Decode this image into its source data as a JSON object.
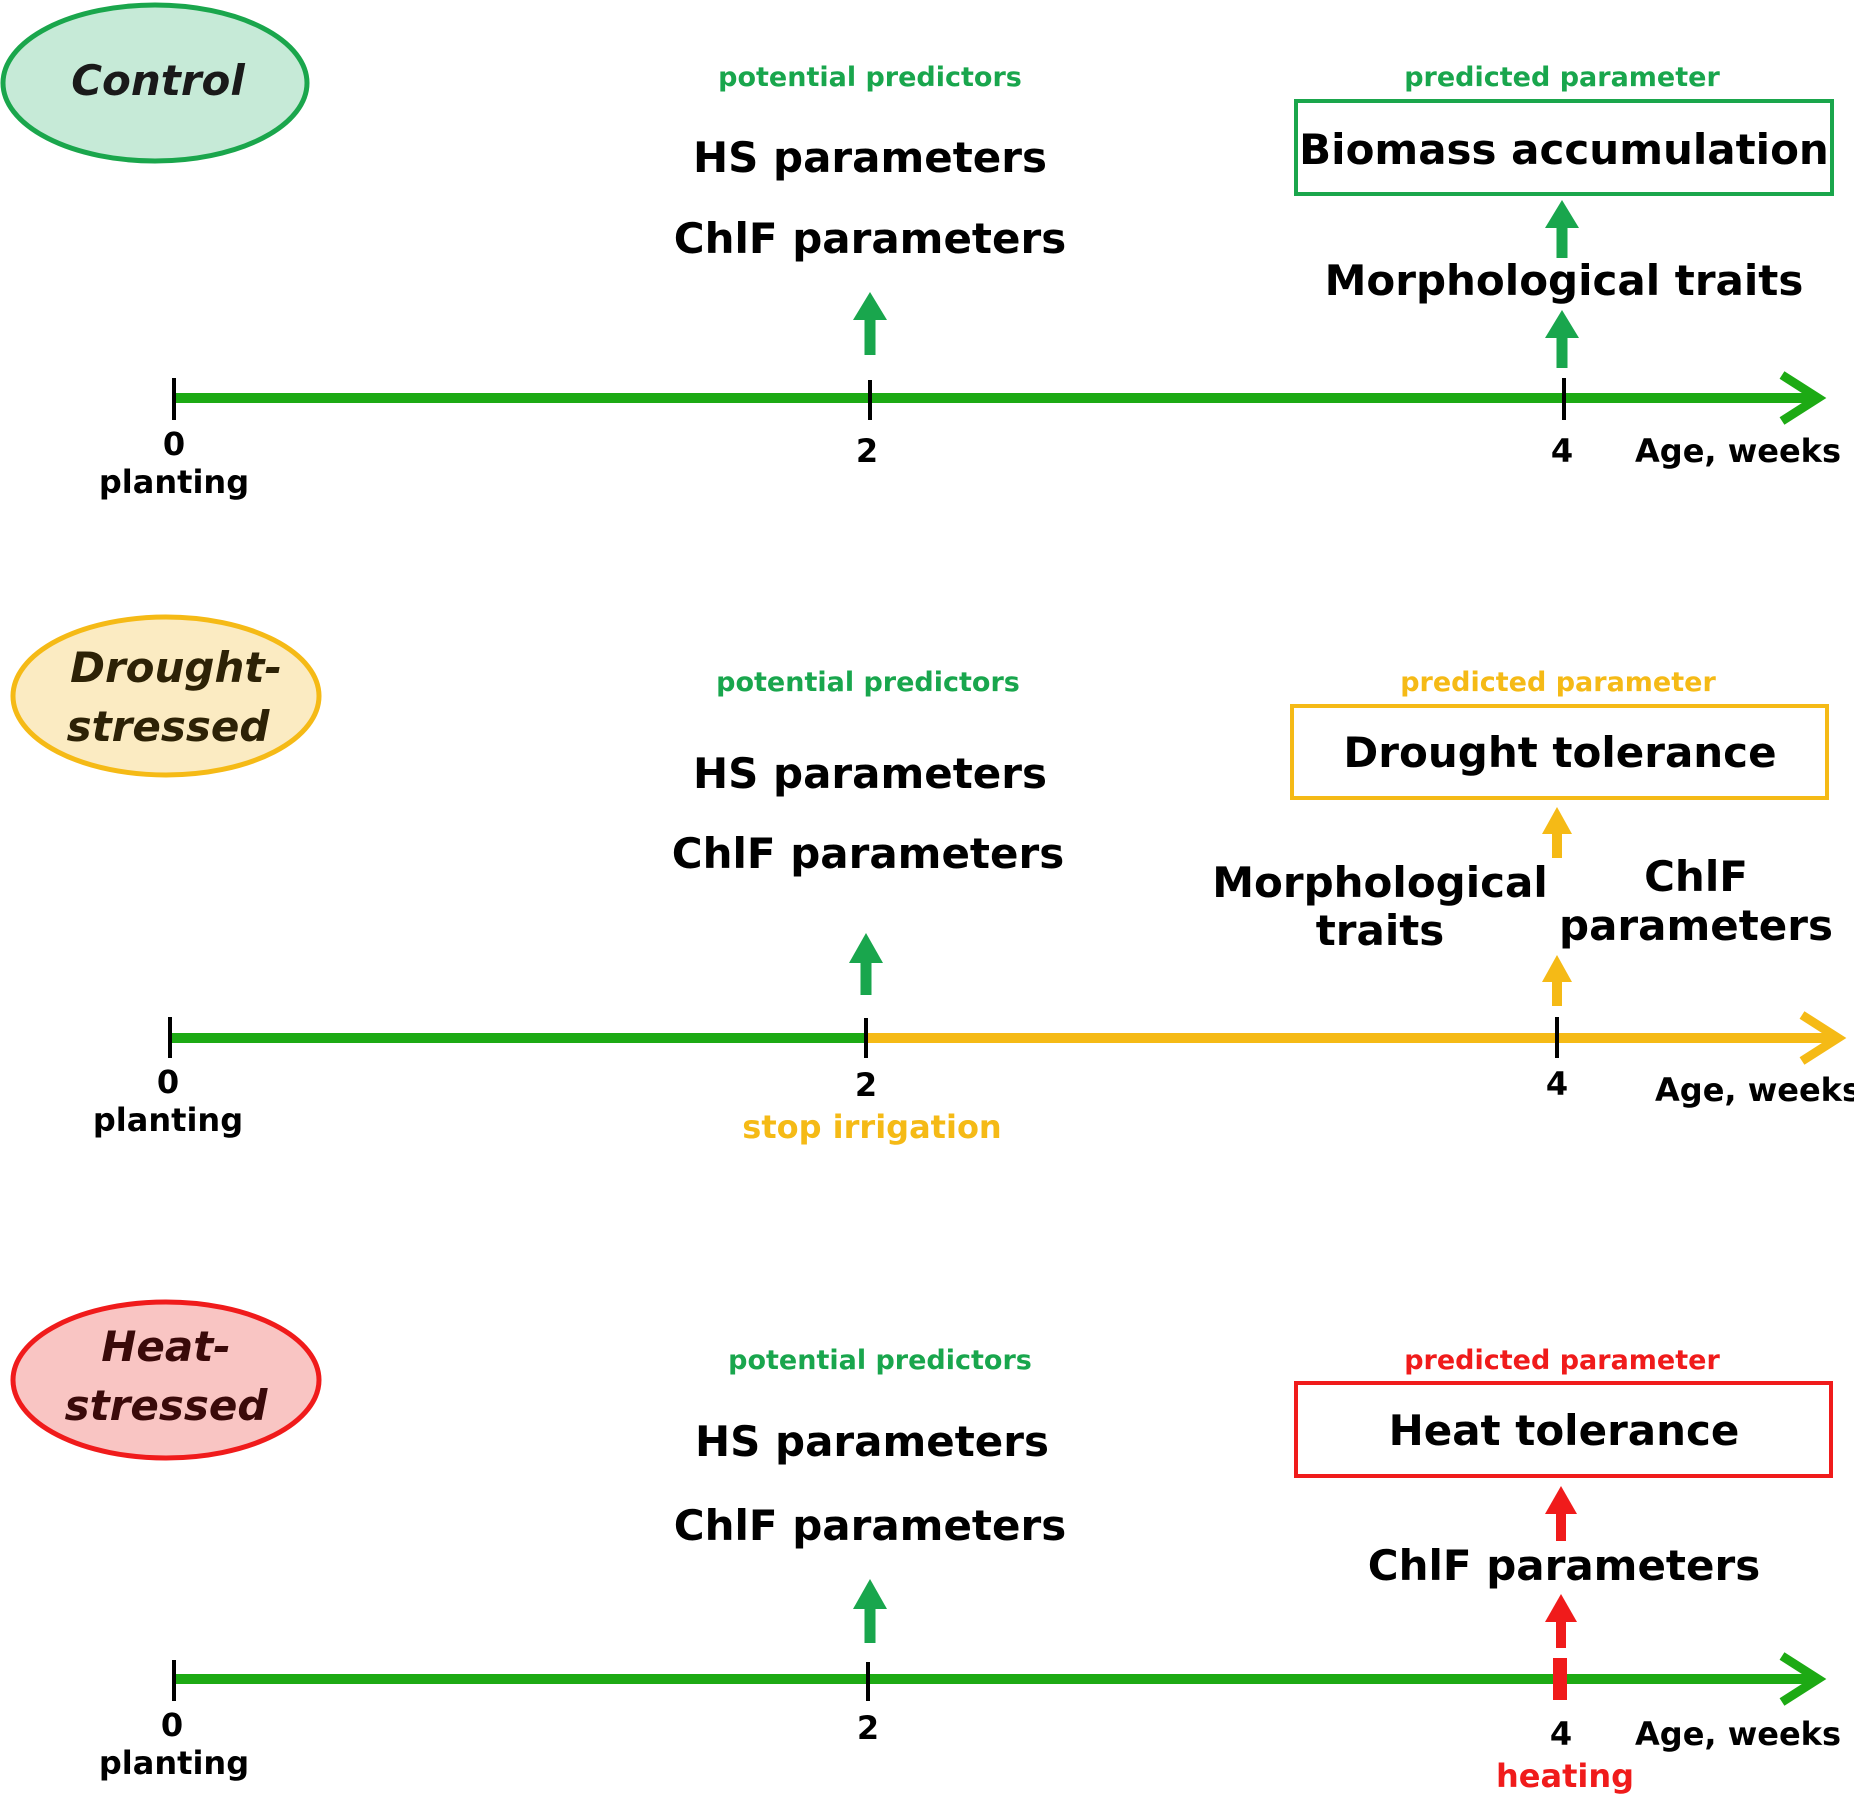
{
  "colors": {
    "green": "#1DAA14",
    "teal_green": "#0FA84F",
    "yellow": "#F5BA16",
    "red": "#F01B1B",
    "black": "#000000",
    "control_fill": "#C6EAD7",
    "drought_fill": "#FBEBC2",
    "heat_fill": "#F9C5C3"
  },
  "panels": [
    {
      "condition": "Control",
      "predictors_heading": "potential predictors",
      "predictors": [
        "HS parameters",
        "ChlF parameters"
      ],
      "predicted_heading": "predicted parameter",
      "predicted": "Biomass accumulation",
      "week4_traits": [
        "Morphological traits"
      ],
      "axis": {
        "ticks": [
          "0",
          "2",
          "4"
        ],
        "start_label": "planting",
        "unit_label": "Age, weeks",
        "event_label": ""
      }
    },
    {
      "condition": "Drought-stressed",
      "condition_lines": [
        "Drought-",
        "stressed"
      ],
      "predictors_heading": "potential predictors",
      "predictors": [
        "HS parameters",
        "ChlF parameters"
      ],
      "predicted_heading": "predicted parameter",
      "predicted": "Drought tolerance",
      "week4_traits_left": [
        "Morphological",
        "traits"
      ],
      "week4_traits_right": [
        "ChlF",
        "parameters"
      ],
      "axis": {
        "ticks": [
          "0",
          "2",
          "4"
        ],
        "start_label": "planting",
        "unit_label": "Age, weeks",
        "event_label": "stop irrigation"
      }
    },
    {
      "condition": "Heat-stressed",
      "condition_lines": [
        "Heat-",
        "stressed"
      ],
      "predictors_heading": "potential predictors",
      "predictors": [
        "HS parameters",
        "ChlF parameters"
      ],
      "predicted_heading": "predicted parameter",
      "predicted": "Heat tolerance",
      "week4_traits": [
        "ChlF parameters"
      ],
      "axis": {
        "ticks": [
          "0",
          "2",
          "4"
        ],
        "start_label": "planting",
        "unit_label": "Age, weeks",
        "event_label": "heating"
      }
    }
  ]
}
